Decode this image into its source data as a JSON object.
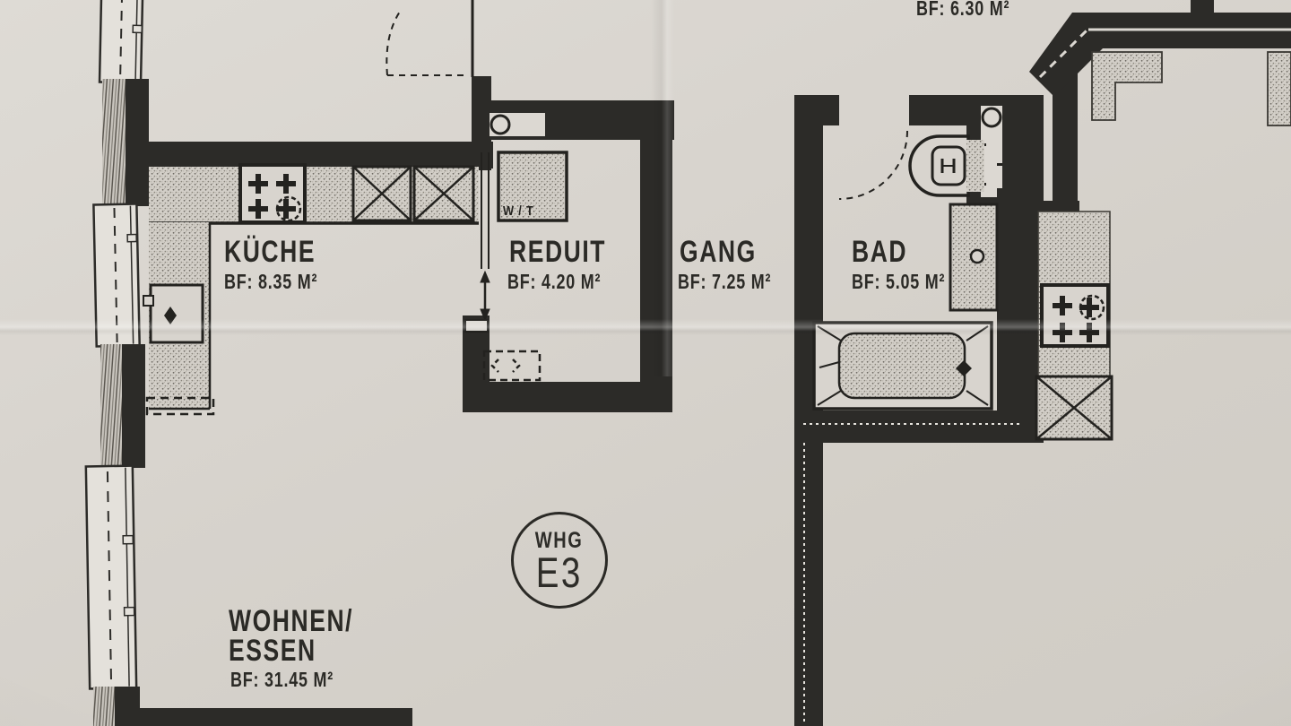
{
  "labels": {
    "top_partial_area": "BF: 6.30 M²",
    "unit_badge": {
      "line1": "WHG",
      "line2": "E3"
    },
    "washer": "W / T",
    "rooms": {
      "kueche": {
        "name": "KÜCHE",
        "area": "BF: 8.35 M²"
      },
      "reduit": {
        "name": "REDUIT",
        "area": "BF: 4.20 M²"
      },
      "gang": {
        "name": "GANG",
        "area": "BF: 7.25 M²"
      },
      "bad": {
        "name": "BAD",
        "area": "BF: 5.05 M²"
      },
      "wohnen_essen": {
        "name_line1": "WOHNEN/",
        "name_line2": "ESSEN",
        "area": "BF: 31.45 M²"
      }
    }
  },
  "colors": {
    "paper": "#d8d4ce",
    "wall": "#2c2b28",
    "ink": "#2b2a26"
  }
}
